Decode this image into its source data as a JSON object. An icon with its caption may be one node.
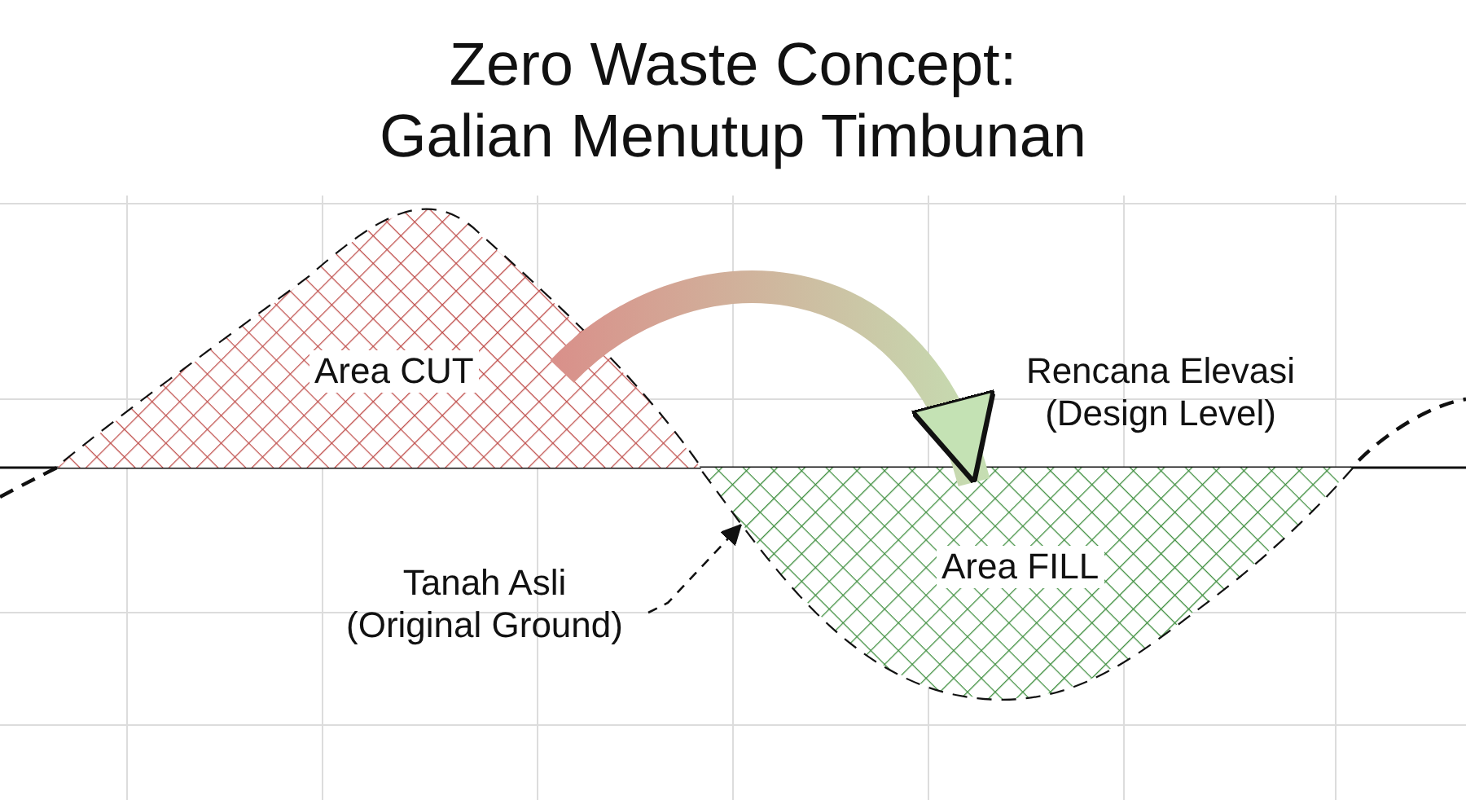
{
  "diagram": {
    "title": "Zero Waste Concept: Galian Menutup Timbunan",
    "nodes": [
      {
        "text": [
          "Area CUT"
        ]
      },
      {
        "text": [
          "Area FILL"
        ]
      },
      {
        "text": [
          "Tanah Asli (Original Ground)"
        ]
      }
    ],
    "edges": [
      {
        "from": 0,
        "to": 1,
        "arrow": "to"
      },
      {
        "from": 2,
        "to": 1,
        "arrow": "to",
        "style": "dashed"
      }
    ],
    "labels": [
      "Rencana Elevasi (Design Level)"
    ]
  }
}
